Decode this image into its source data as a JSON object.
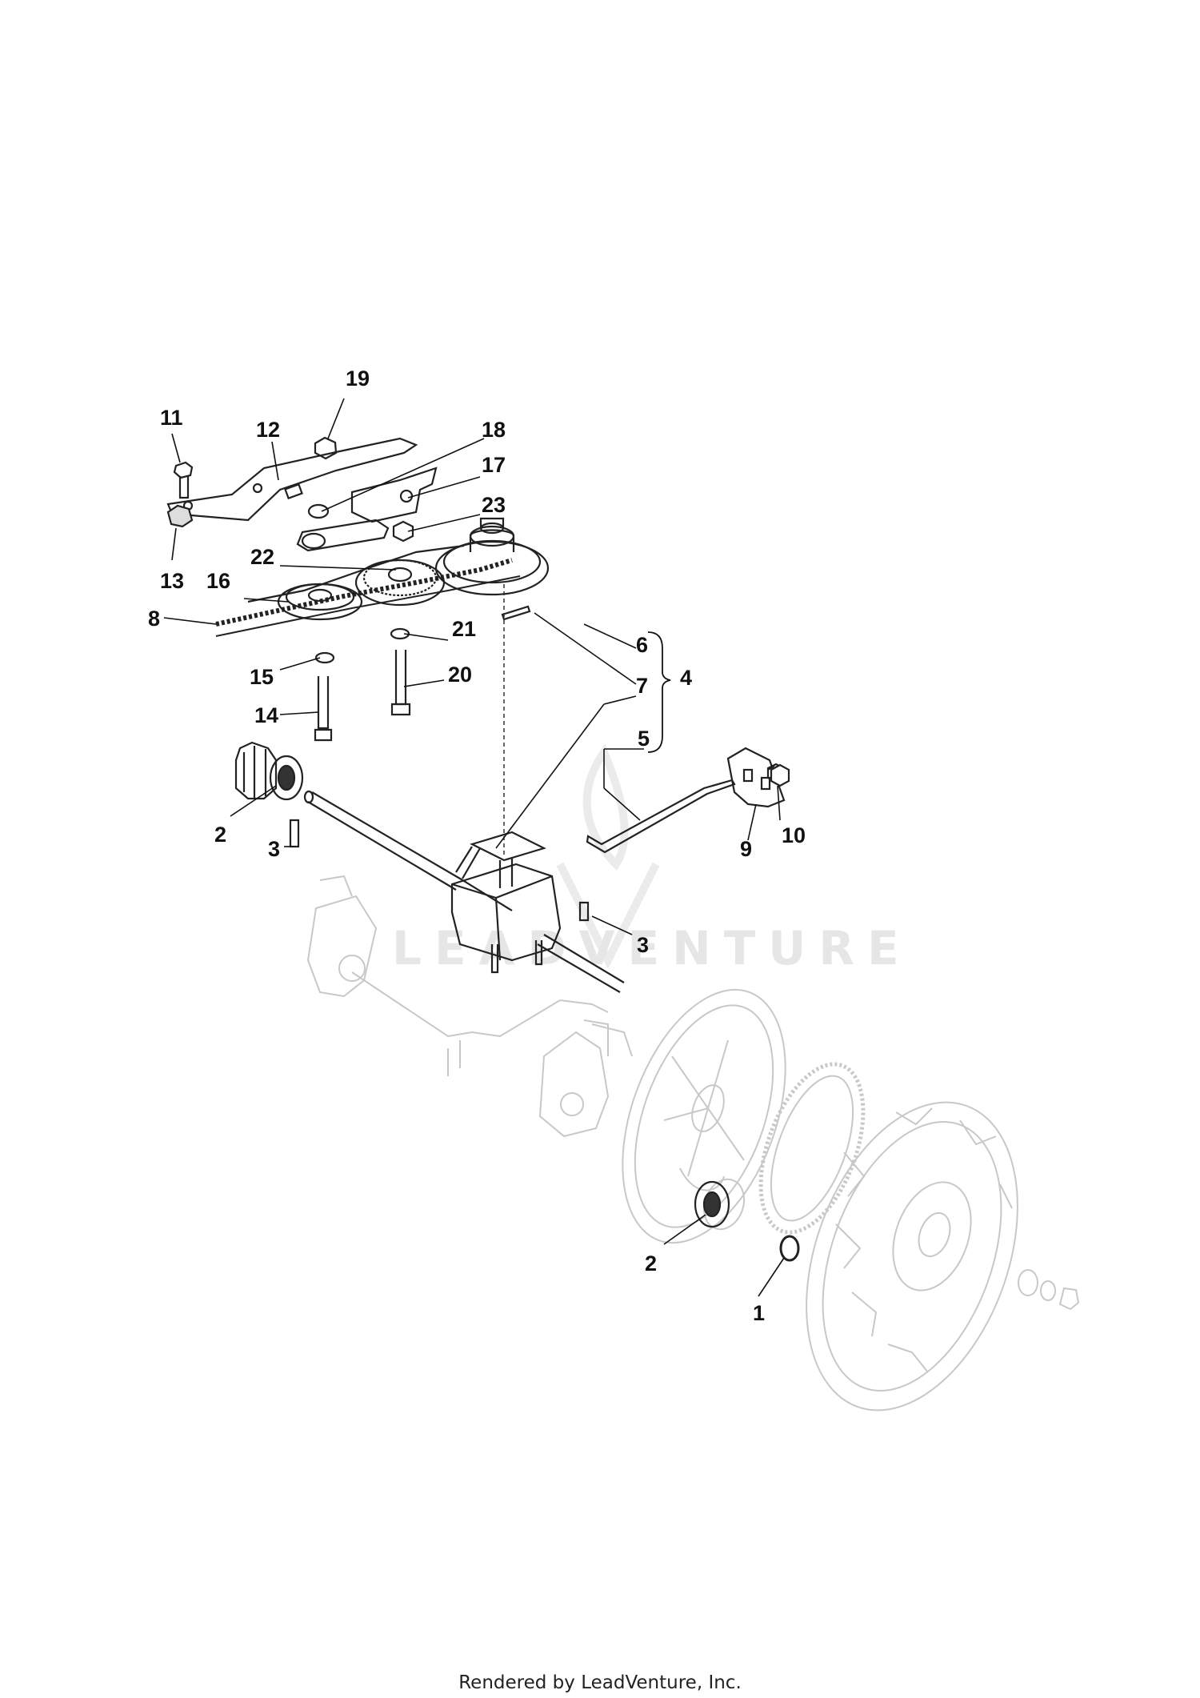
{
  "callouts": [
    {
      "id": "1",
      "label": "1"
    },
    {
      "id": "2a",
      "label": "2"
    },
    {
      "id": "2b",
      "label": "2"
    },
    {
      "id": "3a",
      "label": "3"
    },
    {
      "id": "3b",
      "label": "3"
    },
    {
      "id": "4",
      "label": "4"
    },
    {
      "id": "5",
      "label": "5"
    },
    {
      "id": "6",
      "label": "6"
    },
    {
      "id": "7",
      "label": "7"
    },
    {
      "id": "8",
      "label": "8"
    },
    {
      "id": "9",
      "label": "9"
    },
    {
      "id": "10",
      "label": "10"
    },
    {
      "id": "11",
      "label": "11"
    },
    {
      "id": "12",
      "label": "12"
    },
    {
      "id": "13",
      "label": "13"
    },
    {
      "id": "14",
      "label": "14"
    },
    {
      "id": "15",
      "label": "15"
    },
    {
      "id": "16",
      "label": "16"
    },
    {
      "id": "17",
      "label": "17"
    },
    {
      "id": "18",
      "label": "18"
    },
    {
      "id": "19",
      "label": "19"
    },
    {
      "id": "20",
      "label": "20"
    },
    {
      "id": "21",
      "label": "21"
    },
    {
      "id": "22",
      "label": "22"
    },
    {
      "id": "23",
      "label": "23"
    }
  ],
  "watermark": "LEADVENTURE",
  "footer": "Rendered by LeadVenture, Inc.",
  "colors": {
    "ink": "#111111",
    "faded_part": "#c8c8c8",
    "watermark": "#e6e6e6"
  }
}
